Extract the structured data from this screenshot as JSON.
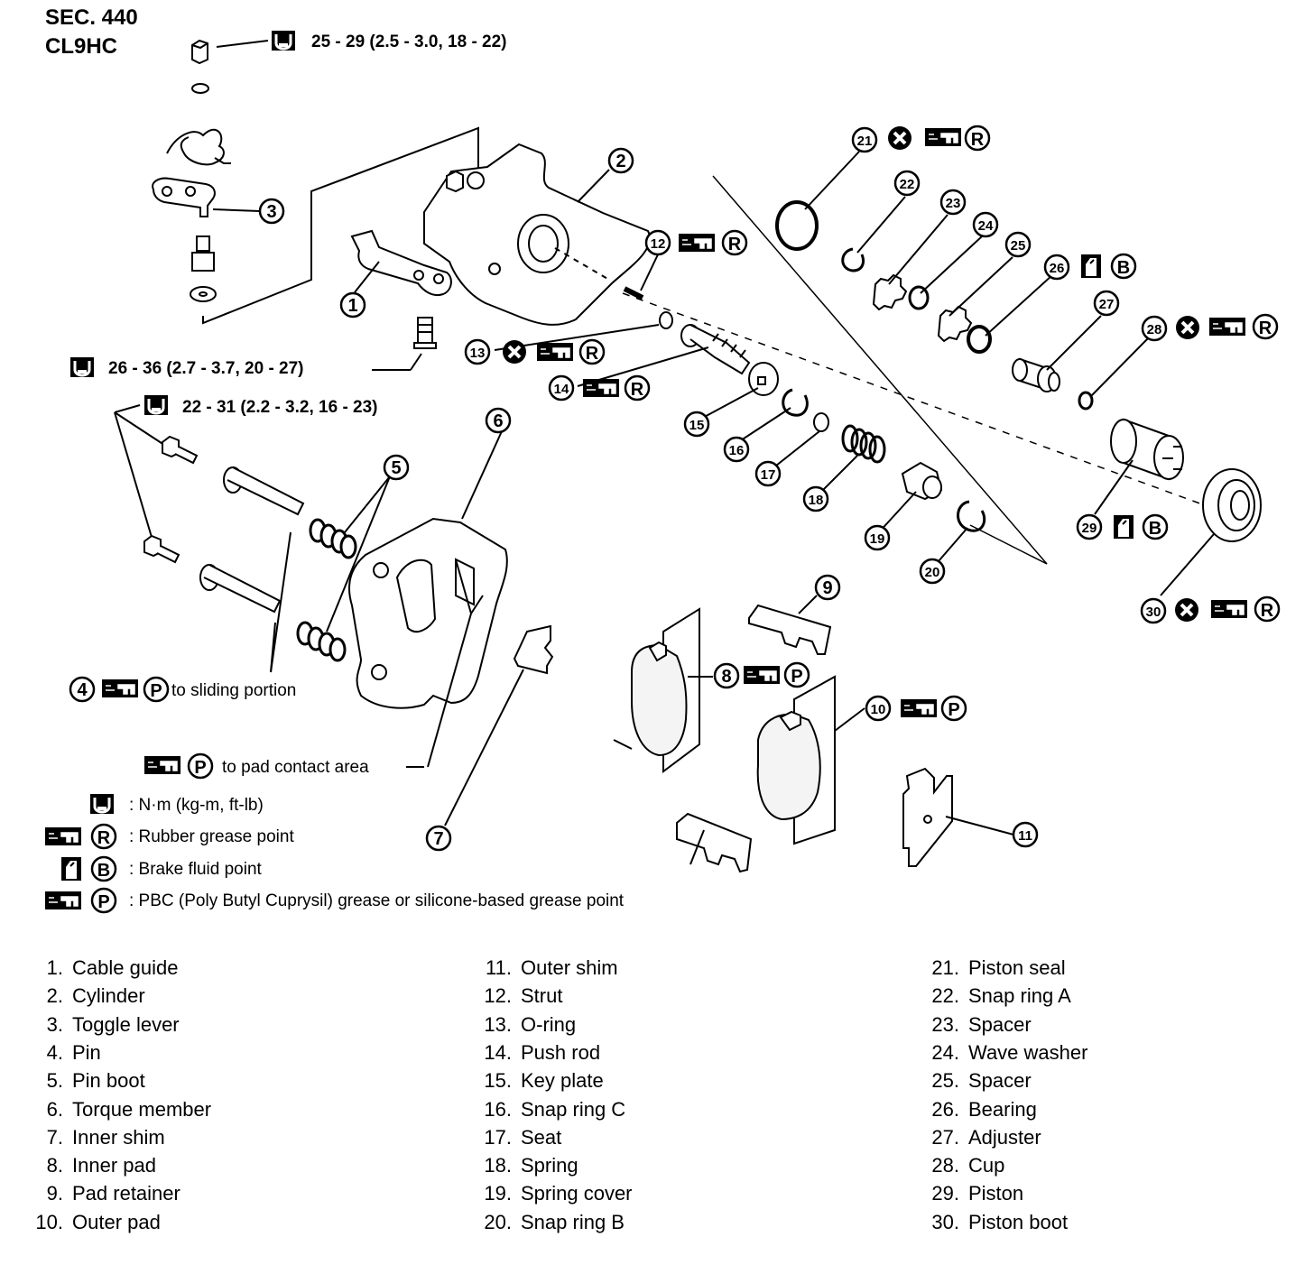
{
  "header": {
    "section": "SEC. 440",
    "model": "CL9HC"
  },
  "torque_specs": {
    "top": "25 - 29 (2.5 - 3.0, 18 - 22)",
    "mid": "26 - 36 (2.7 - 3.7, 20 - 27)",
    "pin_bolts": "22 - 31 (2.2 - 3.2, 16 - 23)"
  },
  "notes": {
    "sliding": "to sliding portion",
    "pad_contact": "to pad contact area"
  },
  "symbol_letters": {
    "R": "R",
    "B": "B",
    "P": "P"
  },
  "legend": [
    {
      "symbol": "torque",
      "text": ": N·m (kg-m, ft-lb)"
    },
    {
      "symbol": "rubber-grease",
      "text": ": Rubber grease point"
    },
    {
      "symbol": "brake-fluid",
      "text": ": Brake fluid point"
    },
    {
      "symbol": "pbc-grease",
      "text": ": PBC (Poly Butyl Cuprysil) grease or silicone-based grease point"
    }
  ],
  "callout_numbers": [
    "1",
    "2",
    "3",
    "4",
    "5",
    "6",
    "7",
    "8",
    "9",
    "10",
    "11",
    "12",
    "13",
    "14",
    "15",
    "16",
    "17",
    "18",
    "19",
    "20",
    "21",
    "22",
    "23",
    "24",
    "25",
    "26",
    "27",
    "28",
    "29",
    "30"
  ],
  "parts": [
    {
      "num": "1.",
      "name": "Cable guide"
    },
    {
      "num": "2.",
      "name": "Cylinder"
    },
    {
      "num": "3.",
      "name": "Toggle lever"
    },
    {
      "num": "4.",
      "name": "Pin"
    },
    {
      "num": "5.",
      "name": "Pin boot"
    },
    {
      "num": "6.",
      "name": "Torque member"
    },
    {
      "num": "7.",
      "name": "Inner shim"
    },
    {
      "num": "8.",
      "name": "Inner pad"
    },
    {
      "num": "9.",
      "name": "Pad retainer"
    },
    {
      "num": "10.",
      "name": "Outer pad"
    },
    {
      "num": "11.",
      "name": "Outer shim"
    },
    {
      "num": "12.",
      "name": "Strut"
    },
    {
      "num": "13.",
      "name": "O-ring"
    },
    {
      "num": "14.",
      "name": "Push rod"
    },
    {
      "num": "15.",
      "name": "Key plate"
    },
    {
      "num": "16.",
      "name": "Snap ring C"
    },
    {
      "num": "17.",
      "name": "Seat"
    },
    {
      "num": "18.",
      "name": "Spring"
    },
    {
      "num": "19.",
      "name": "Spring cover"
    },
    {
      "num": "20.",
      "name": "Snap ring B"
    },
    {
      "num": "21.",
      "name": "Piston seal"
    },
    {
      "num": "22.",
      "name": "Snap ring A"
    },
    {
      "num": "23.",
      "name": "Spacer"
    },
    {
      "num": "24.",
      "name": "Wave washer"
    },
    {
      "num": "25.",
      "name": "Spacer"
    },
    {
      "num": "26.",
      "name": "Bearing"
    },
    {
      "num": "27.",
      "name": "Adjuster"
    },
    {
      "num": "28.",
      "name": "Cup"
    },
    {
      "num": "29.",
      "name": "Piston"
    },
    {
      "num": "30.",
      "name": "Piston boot"
    }
  ]
}
